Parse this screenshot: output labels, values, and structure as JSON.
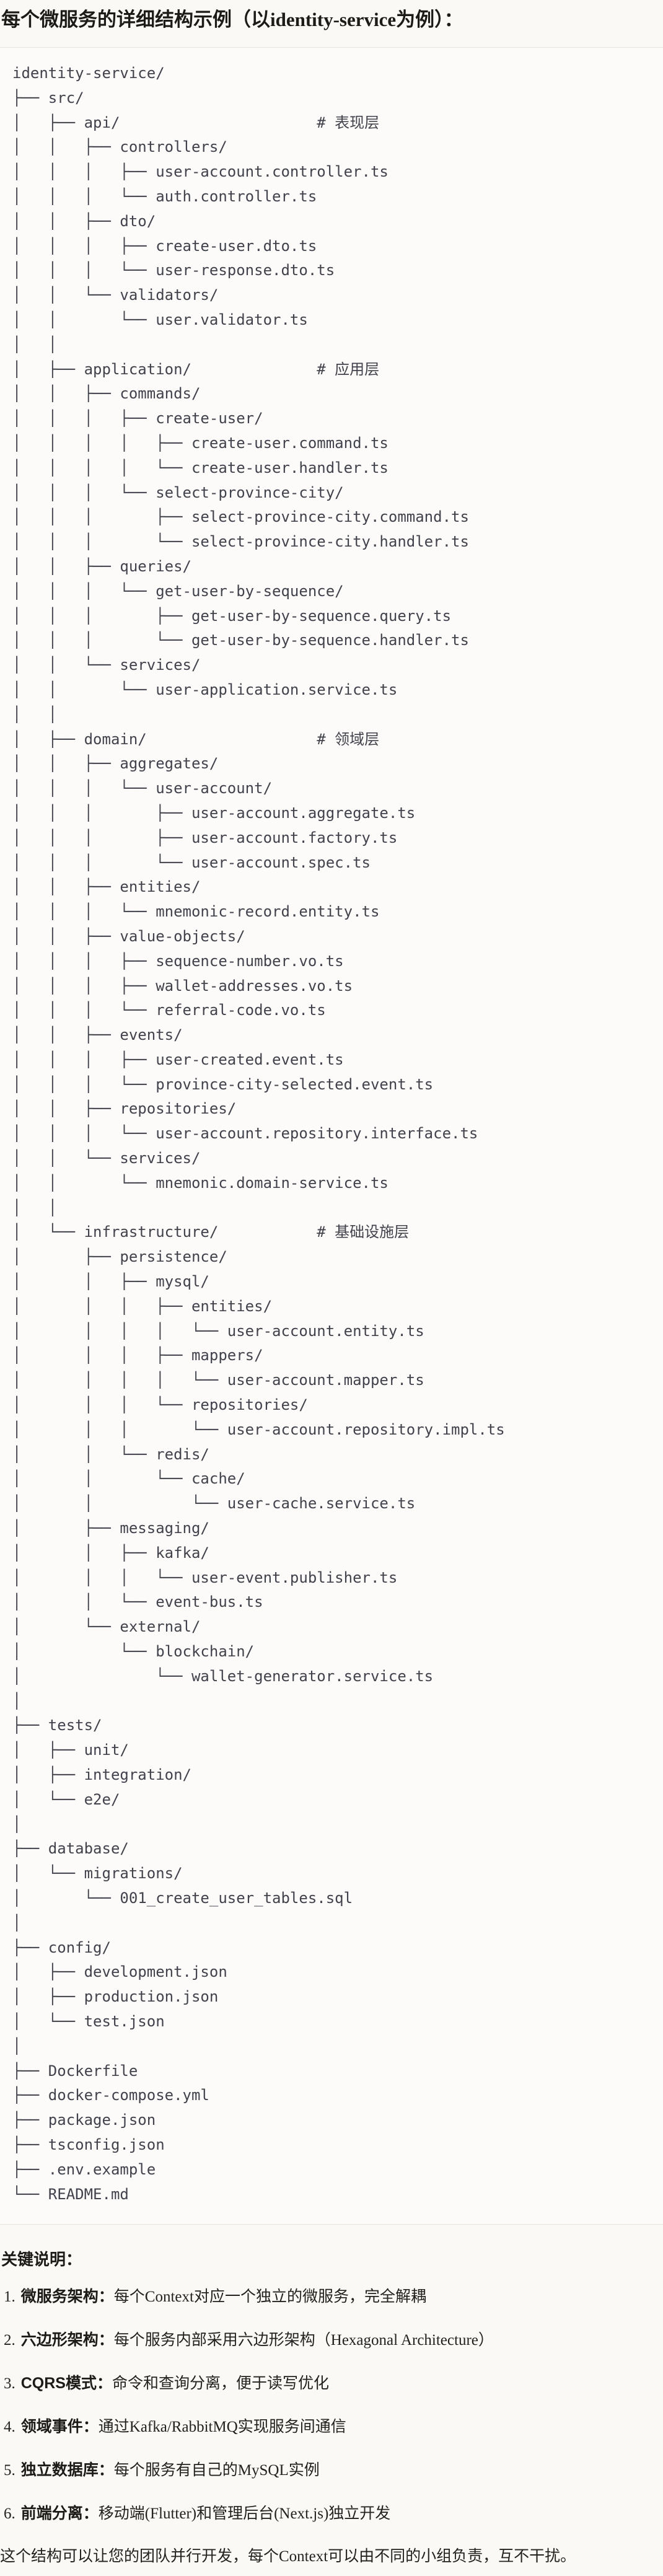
{
  "title": "每个微服务的详细结构示例（以identity-service为例）：",
  "tree": {
    "lines": [
      "identity-service/",
      "├── src/",
      "│   ├── api/                      # 表现层",
      "│   │   ├── controllers/",
      "│   │   │   ├── user-account.controller.ts",
      "│   │   │   └── auth.controller.ts",
      "│   │   ├── dto/",
      "│   │   │   ├── create-user.dto.ts",
      "│   │   │   └── user-response.dto.ts",
      "│   │   └── validators/",
      "│   │       └── user.validator.ts",
      "│   │",
      "│   ├── application/              # 应用层",
      "│   │   ├── commands/",
      "│   │   │   ├── create-user/",
      "│   │   │   │   ├── create-user.command.ts",
      "│   │   │   │   └── create-user.handler.ts",
      "│   │   │   └── select-province-city/",
      "│   │   │       ├── select-province-city.command.ts",
      "│   │   │       └── select-province-city.handler.ts",
      "│   │   ├── queries/",
      "│   │   │   └── get-user-by-sequence/",
      "│   │   │       ├── get-user-by-sequence.query.ts",
      "│   │   │       └── get-user-by-sequence.handler.ts",
      "│   │   └── services/",
      "│   │       └── user-application.service.ts",
      "│   │",
      "│   ├── domain/                   # 领域层",
      "│   │   ├── aggregates/",
      "│   │   │   └── user-account/",
      "│   │   │       ├── user-account.aggregate.ts",
      "│   │   │       ├── user-account.factory.ts",
      "│   │   │       └── user-account.spec.ts",
      "│   │   ├── entities/",
      "│   │   │   └── mnemonic-record.entity.ts",
      "│   │   ├── value-objects/",
      "│   │   │   ├── sequence-number.vo.ts",
      "│   │   │   ├── wallet-addresses.vo.ts",
      "│   │   │   └── referral-code.vo.ts",
      "│   │   ├── events/",
      "│   │   │   ├── user-created.event.ts",
      "│   │   │   └── province-city-selected.event.ts",
      "│   │   ├── repositories/",
      "│   │   │   └── user-account.repository.interface.ts",
      "│   │   └── services/",
      "│   │       └── mnemonic.domain-service.ts",
      "│   │",
      "│   └── infrastructure/           # 基础设施层",
      "│       ├── persistence/",
      "│       │   ├── mysql/",
      "│       │   │   ├── entities/",
      "│       │   │   │   └── user-account.entity.ts",
      "│       │   │   ├── mappers/",
      "│       │   │   │   └── user-account.mapper.ts",
      "│       │   │   └── repositories/",
      "│       │   │       └── user-account.repository.impl.ts",
      "│       │   └── redis/",
      "│       │       └── cache/",
      "│       │           └── user-cache.service.ts",
      "│       ├── messaging/",
      "│       │   ├── kafka/",
      "│       │   │   └── user-event.publisher.ts",
      "│       │   └── event-bus.ts",
      "│       └── external/",
      "│           └── blockchain/",
      "│               └── wallet-generator.service.ts",
      "│",
      "├── tests/",
      "│   ├── unit/",
      "│   ├── integration/",
      "│   └── e2e/",
      "│",
      "├── database/",
      "│   └── migrations/",
      "│       └── 001_create_user_tables.sql",
      "│",
      "├── config/",
      "│   ├── development.json",
      "│   ├── production.json",
      "│   └── test.json",
      "│",
      "├── Dockerfile",
      "├── docker-compose.yml",
      "├── package.json",
      "├── tsconfig.json",
      "├── .env.example",
      "└── README.md"
    ]
  },
  "notes": {
    "heading": "关键说明：",
    "colon": "：",
    "items": [
      {
        "num": "1.",
        "term": "微服务架构",
        "desc": "每个Context对应一个独立的微服务，完全解耦"
      },
      {
        "num": "2.",
        "term": "六边形架构",
        "desc": "每个服务内部采用六边形架构（Hexagonal Architecture）"
      },
      {
        "num": "3.",
        "term": "CQRS模式",
        "desc": "命令和查询分离，便于读写优化"
      },
      {
        "num": "4.",
        "term": "领域事件",
        "desc": "通过Kafka/RabbitMQ实现服务间通信"
      },
      {
        "num": "5.",
        "term": "独立数据库",
        "desc": "每个服务有自己的MySQL实例"
      },
      {
        "num": "6.",
        "term": "前端分离",
        "desc": "移动端(Flutter)和管理后台(Next.js)独立开发"
      }
    ]
  },
  "closing": "这个结构可以让您的团队并行开发，每个Context可以由不同的小组负责，互不干扰。"
}
